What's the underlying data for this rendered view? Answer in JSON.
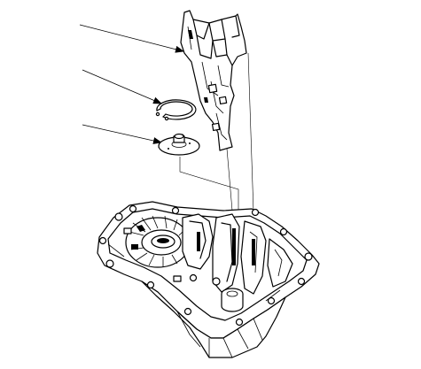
{
  "figure": {
    "callouts": [
      {
        "part": "oil-guide-plate"
      },
      {
        "part": "snap-ring"
      },
      {
        "part": "oil-guide-washer"
      }
    ],
    "colors": {
      "line": "#000000",
      "background": "#ffffff"
    }
  }
}
